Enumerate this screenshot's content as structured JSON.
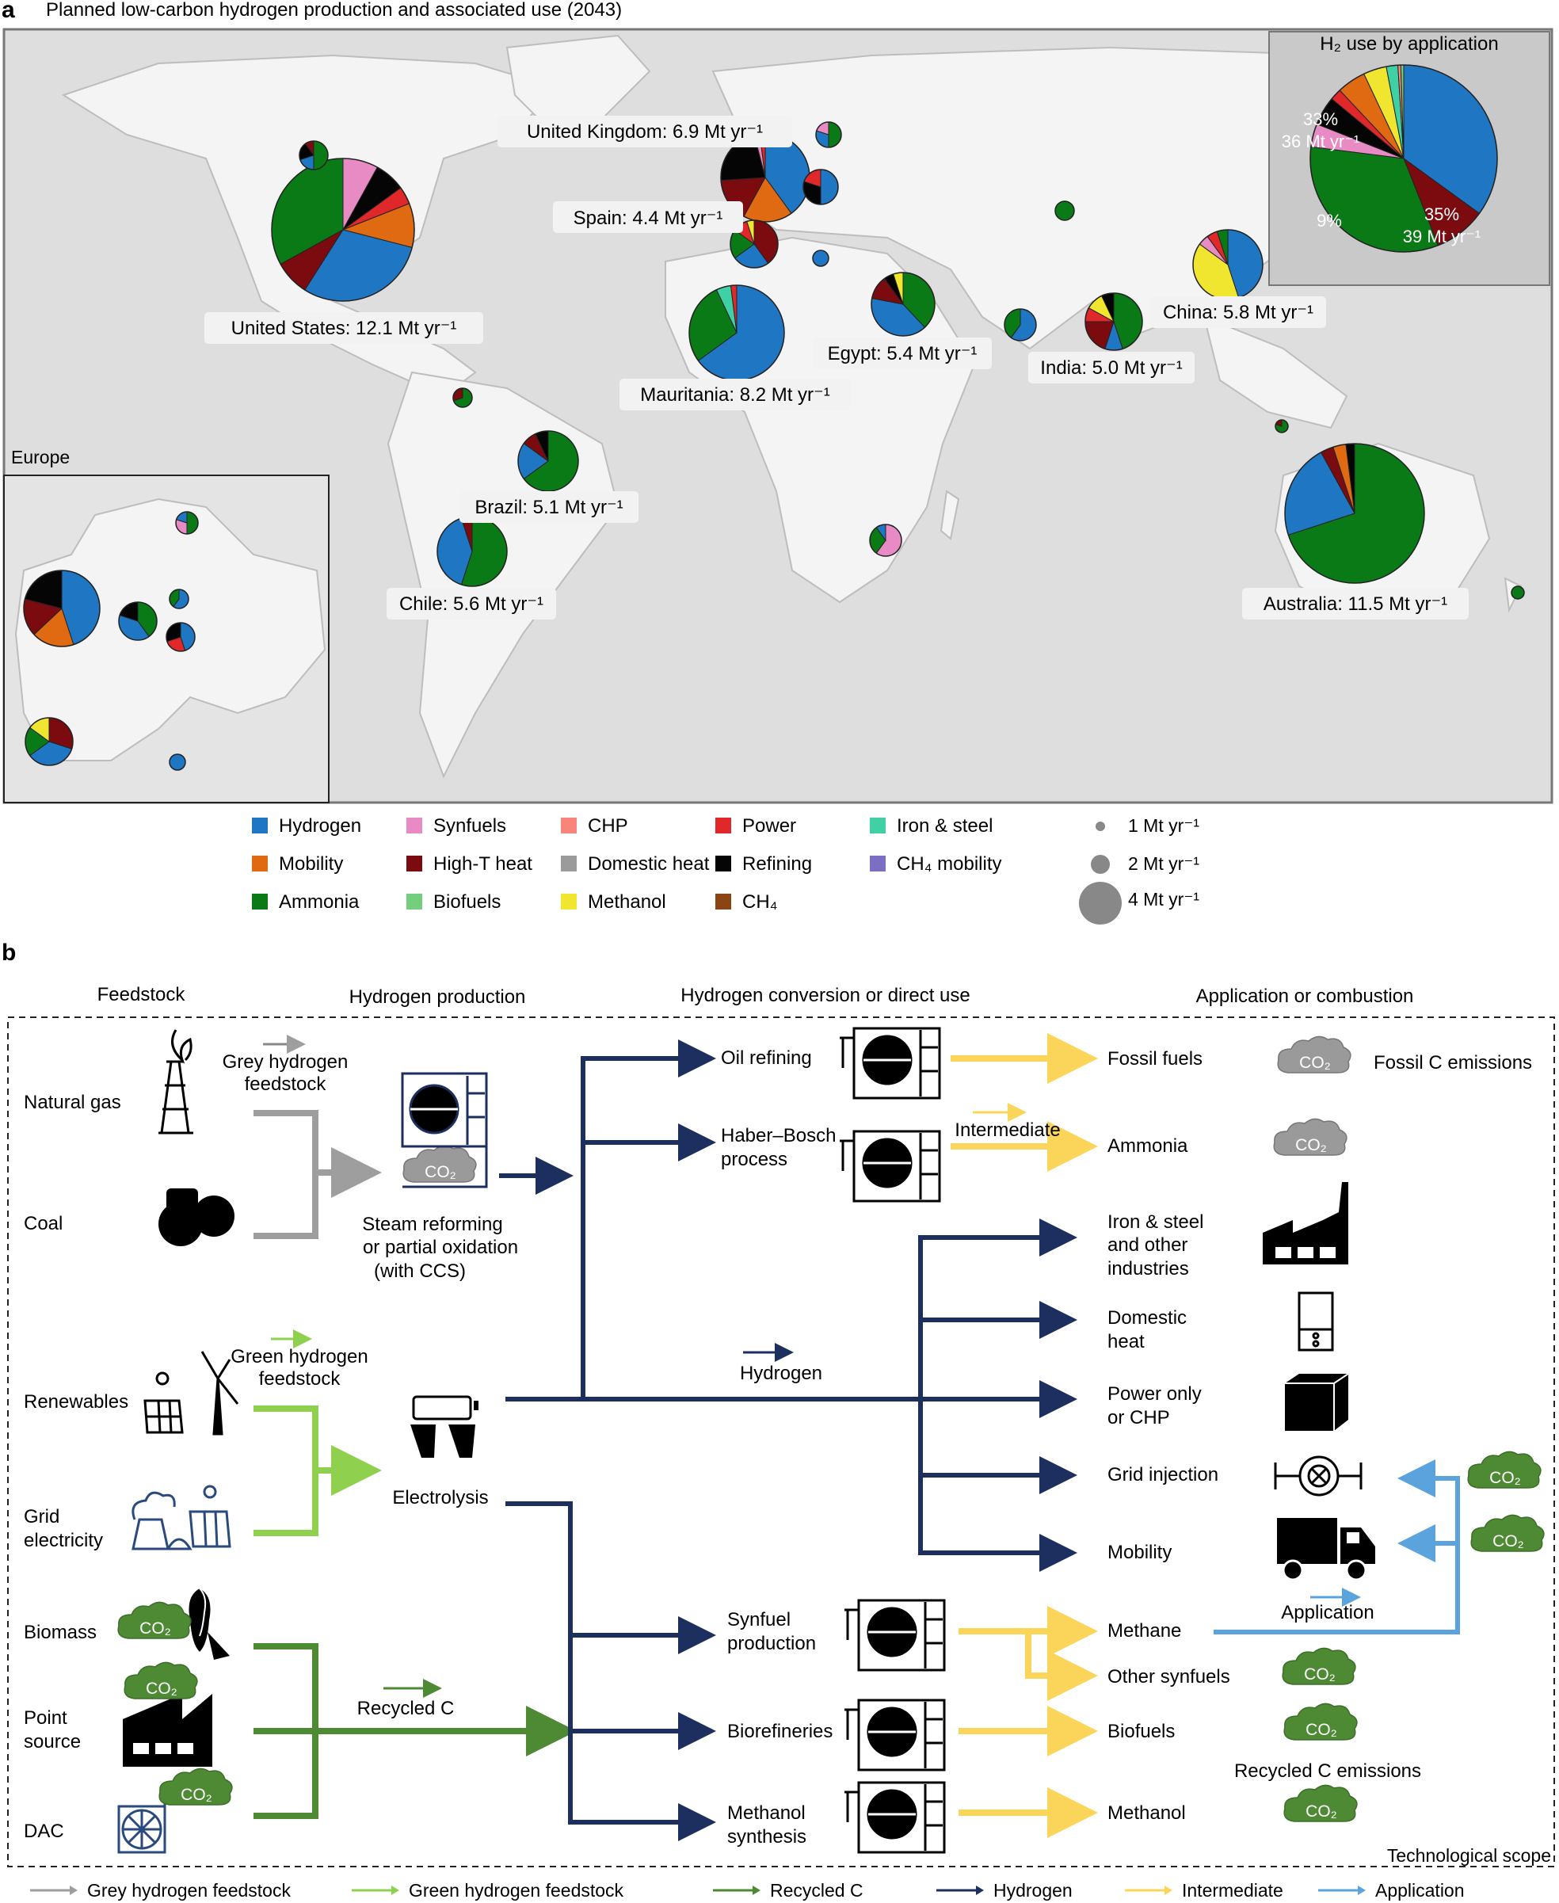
{
  "panel_a": {
    "letter": "a",
    "title": "Planned low-carbon hydrogen production and associated use (2043)",
    "europe_inset_label": "Europe",
    "inset": {
      "title": "H₂ use by application",
      "label_ammonia_pct": "33%",
      "label_ammonia_amt": "36 Mt yr⁻¹",
      "label_hydrogen_pct": "35%",
      "label_hydrogen_amt": "39 Mt yr⁻¹",
      "label_hight_pct": "9%",
      "shares": {
        "hydrogen": 35,
        "hight": 9,
        "ammonia": 33,
        "synfuels": 4,
        "refining": 5,
        "power": 2,
        "mobility": 5,
        "methanol": 4,
        "iron": 2,
        "chp": 0.5,
        "biofuels": 0.5
      }
    },
    "country_labels": [
      {
        "key": "uk",
        "text": "United Kingdom: 6.9 Mt yr⁻¹"
      },
      {
        "key": "spain",
        "text": "Spain: 4.4 Mt yr⁻¹"
      },
      {
        "key": "us",
        "text": "United States: 12.1 Mt yr⁻¹"
      },
      {
        "key": "mauritania",
        "text": "Mauritania: 8.2 Mt yr⁻¹"
      },
      {
        "key": "egypt",
        "text": "Egypt: 5.4 Mt yr⁻¹"
      },
      {
        "key": "india",
        "text": "India: 5.0 Mt yr⁻¹"
      },
      {
        "key": "china",
        "text": "China: 5.8 Mt yr⁻¹"
      },
      {
        "key": "brazil",
        "text": "Brazil: 5.1 Mt yr⁻¹"
      },
      {
        "key": "chile",
        "text": "Chile: 5.6 Mt yr⁻¹"
      },
      {
        "key": "australia",
        "text": "Australia: 11.5 Mt yr⁻¹"
      }
    ],
    "legend": [
      {
        "key": "hydrogen",
        "label": "Hydrogen",
        "color": "#1f77c4"
      },
      {
        "key": "synfuels",
        "label": "Synfuels",
        "color": "#e88bc4"
      },
      {
        "key": "chp",
        "label": "CHP",
        "color": "#f7857a"
      },
      {
        "key": "power",
        "label": "Power",
        "color": "#e0282a"
      },
      {
        "key": "iron",
        "label": "Iron & steel",
        "color": "#3fd0a6"
      },
      {
        "key": "mobility",
        "label": "Mobility",
        "color": "#e06a12"
      },
      {
        "key": "hight",
        "label": "High-T heat",
        "color": "#7c0b10"
      },
      {
        "key": "domestic",
        "label": "Domestic heat",
        "color": "#9b9b9b"
      },
      {
        "key": "refining",
        "label": "Refining",
        "color": "#050505"
      },
      {
        "key": "ch4mob",
        "label": "CH₄ mobility",
        "color": "#7b6fc4"
      },
      {
        "key": "ammonia",
        "label": "Ammonia",
        "color": "#0a7a17"
      },
      {
        "key": "biofuels",
        "label": "Biofuels",
        "color": "#74cf7c"
      },
      {
        "key": "methanol",
        "label": "Methanol",
        "color": "#f0e630"
      },
      {
        "key": "ch4",
        "label": "CH₄",
        "color": "#8b4513"
      }
    ],
    "size_legend": [
      "1 Mt yr⁻¹",
      "2 Mt yr⁻¹",
      "4 Mt yr⁻¹"
    ]
  },
  "panel_b": {
    "letter": "b",
    "headers": [
      "Feedstock",
      "Hydrogen production",
      "Hydrogen conversion or direct use",
      "Application or combustion"
    ],
    "feedstocks": [
      "Natural gas",
      "Coal",
      "Renewables",
      "Grid electricity",
      "Biomass",
      "Point source",
      "DAC"
    ],
    "arrow_labels": {
      "grey": "Grey hydrogen feedstock",
      "green": "Green hydrogen feedstock",
      "recycled": "Recycled C",
      "hydrogen": "Hydrogen",
      "intermediate": "Intermediate",
      "application": "Application"
    },
    "production": {
      "smr": "Steam reforming or partial oxidation (with CCS)",
      "electrolysis": "Electrolysis"
    },
    "conversion": [
      "Oil refining",
      "Haber–Bosch process",
      "Synfuel production",
      "Biorefineries",
      "Methanol synthesis"
    ],
    "applications": [
      "Fossil fuels",
      "Ammonia",
      "Iron & steel and other industries",
      "Domestic heat",
      "Power only or CHP",
      "Grid injection",
      "Mobility",
      "Methane",
      "Other synfuels",
      "Biofuels",
      "Methanol"
    ],
    "emissions": {
      "co2": "CO₂",
      "fossil": "Fossil C emissions",
      "recycled": "Recycled C emissions"
    },
    "scope_label": "Technological scope",
    "bottom_legend": [
      {
        "label": "Grey hydrogen feedstock",
        "color": "#9e9e9e"
      },
      {
        "label": "Green hydrogen feedstock",
        "color": "#8fd14f"
      },
      {
        "label": "Recycled C",
        "color": "#4e8a34"
      },
      {
        "label": "Hydrogen",
        "color": "#1c2f5e"
      },
      {
        "label": "Intermediate",
        "color": "#fbd55a"
      },
      {
        "label": "Application",
        "color": "#5ba3dc"
      }
    ]
  }
}
